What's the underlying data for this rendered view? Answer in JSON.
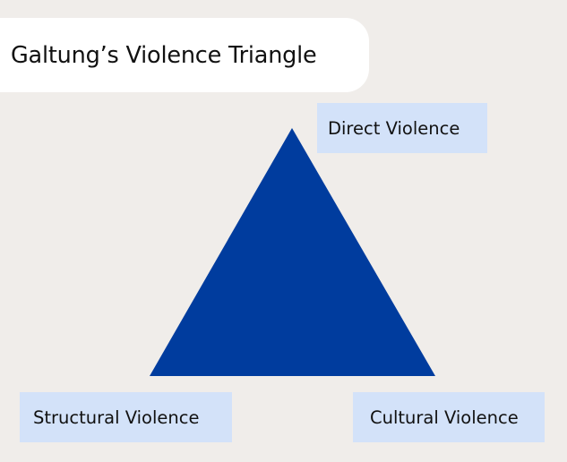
{
  "title": "Galtung’s Violence Triangle",
  "colors": {
    "background": "#f0edea",
    "title_card": "#ffffff",
    "triangle_fill": "#003c9e",
    "label_box": "#d3e2f9"
  },
  "vertices": {
    "top": "Direct Violence",
    "bottom_left": "Structural Violence",
    "bottom_right": "Cultural Violence"
  }
}
